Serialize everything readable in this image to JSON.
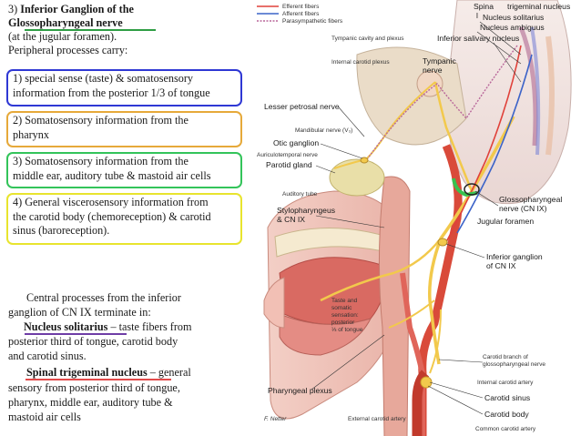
{
  "left": {
    "heading_num": "3)",
    "heading_line1": "Inferior Ganglion of the",
    "heading_line2": "Glossopharyngeal nerve",
    "heading_sub": "(at the jugular foramen).",
    "peripheral": "Peripheral processes carry:",
    "boxes": [
      {
        "line1": "1) special sense (taste)  & somatosensory",
        "line2": "information from the posterior 1/3 of tongue",
        "color": "#2f38d4"
      },
      {
        "line1": "2) Somatosensory information from the",
        "line2": "pharynx",
        "color": "#e6a93a"
      },
      {
        "line1": "3) Somatosensory information from the",
        "line2": "middle ear, auditory tube & mastoid air cells",
        "color": "#33c45a"
      },
      {
        "line1": "4) General viscerosensory information from",
        "line2": "the carotid body (chemoreception) & carotid",
        "line3": "sinus (baroreception).",
        "color": "#e8e42e"
      }
    ],
    "central1": "Central processes from the inferior",
    "central2": "ganglion of CN IX terminate in:",
    "nucleus_solitarius": "Nucleus solitarius",
    "ns_rest": " – taste fibers from",
    "ns2": "posterior third of tongue, carotid body",
    "ns3": "and carotid sinus.",
    "spinal_trigeminal": "Spinal trigeminal nucleus",
    "st_rest": " – general",
    "st2": "sensory from posterior third of tongue,",
    "st3": "pharynx, middle ear, auditory tube &",
    "st4": "mastoid air cells"
  },
  "legend": {
    "efferent": "Efferent fibers",
    "afferent": "Afferent fibers",
    "parasympathetic": "Parasympathetic fibers"
  },
  "labels": {
    "spina": "Spina",
    "spina_l": "l",
    "trigeminal_nucleus": "trigeminal nucleus",
    "nucleus_solitarius": "Nucleus solitarius",
    "nucleus_ambiguus": "Nucleus ambiguus",
    "inferior_salivary": "Inferior salivary nucleus",
    "tympanic_cavity": "Tympanic cavity and plexus",
    "internal_carotid_plexus": "Internal carotid plexus",
    "tympanic_nerve_1": "Tympanic",
    "tympanic_nerve_2": "nerve",
    "lesser_petrosal": "Lesser petrosal nerve",
    "mandibular_nerve": "Mandibular nerve (V₃)",
    "otic_ganglion": "Otic ganglion",
    "auriculotemporal": "Auriculotemporal nerve",
    "parotid_gland": "Parotid gland",
    "auditory_tube": "Auditory tube",
    "stylopharyngeus_1": "Stylopharyngeus",
    "stylopharyngeus_2": "& CN IX",
    "glosso_1": "Glossopharyngeal",
    "glosso_2": "nerve (CN IX)",
    "jugular_foramen": "Jugular foramen",
    "inferior_ganglion_1": "Inferior ganglion",
    "inferior_ganglion_2": "of CN IX",
    "taste_1": "Taste and",
    "taste_2": "somatic",
    "taste_3": "sensation:",
    "taste_4": "posterior",
    "taste_5": "⅓ of tongue",
    "carotid_branch_1": "Carotid branch of",
    "carotid_branch_2": "glossopharyngeal nerve",
    "internal_carotid_artery": "Internal carotid artery",
    "carotid_sinus": "Carotid sinus",
    "carotid_body": "Carotid body",
    "common_carotid": "Common carotid artery",
    "pharyngeal_plexus": "Pharyngeal plexus",
    "external_carotid": "External carotid artery",
    "signature": "F. Netter"
  },
  "colors": {
    "efferent": "#e0413a",
    "afferent": "#3c63c8",
    "parasympathetic": "#b9679a",
    "nerve": "#f2c94c",
    "green_highlight": "#38c24f",
    "artery": "#d94a3a"
  }
}
